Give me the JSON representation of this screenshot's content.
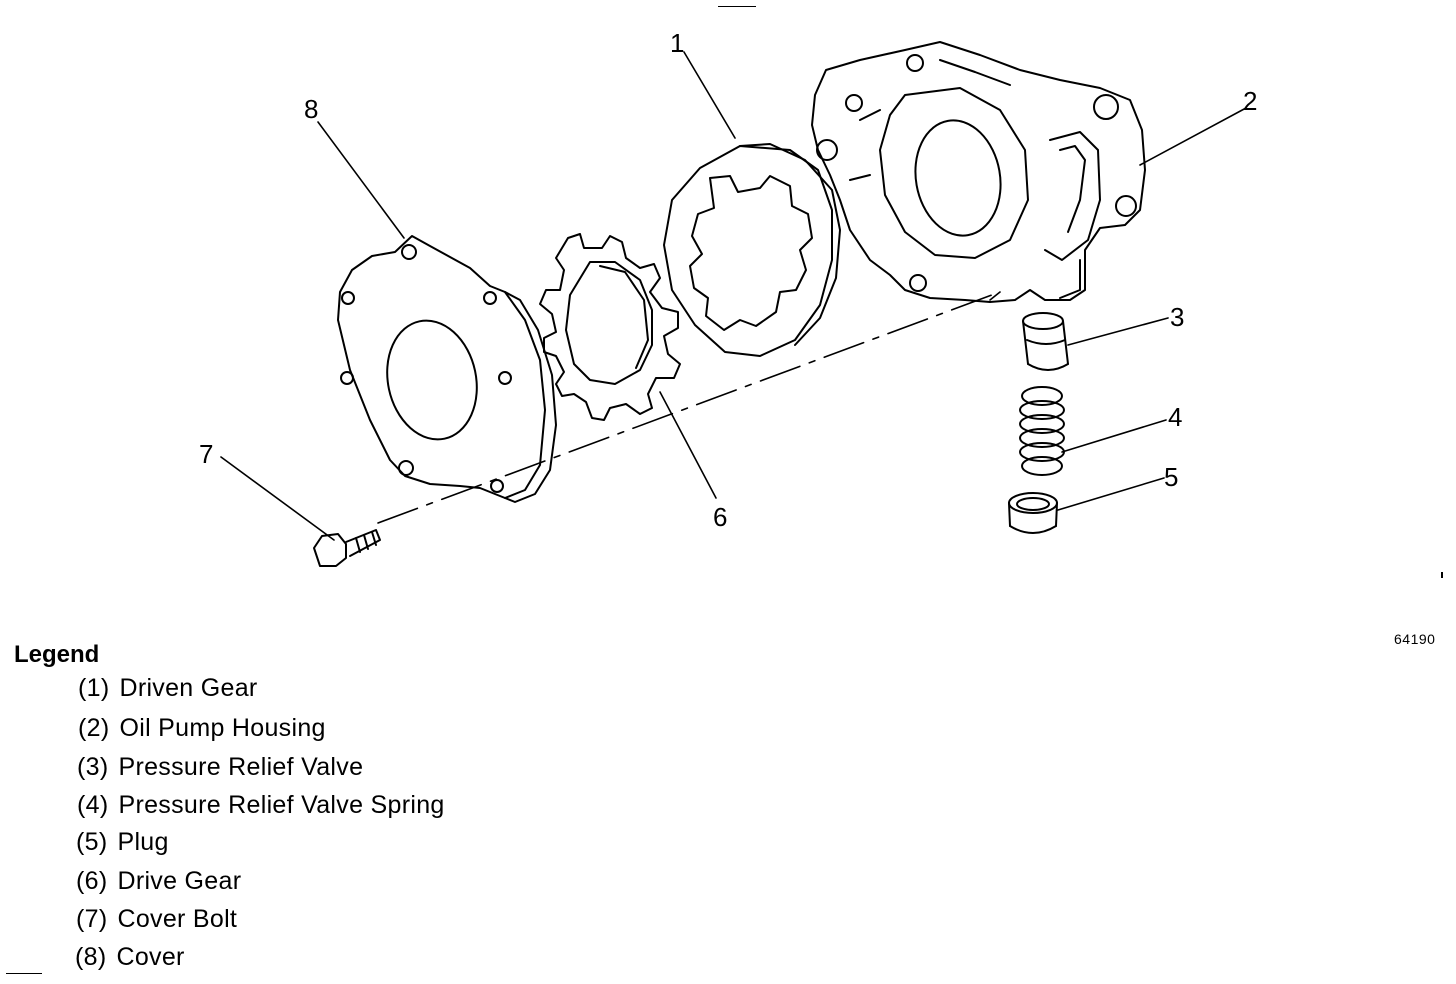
{
  "figure": {
    "ref_code": "64190",
    "legend_title": "Legend"
  },
  "callouts": [
    {
      "num": "1",
      "label": "Driven Gear"
    },
    {
      "num": "2",
      "label": "Oil Pump Housing"
    },
    {
      "num": "3",
      "label": "Pressure Relief Valve"
    },
    {
      "num": "4",
      "label": "Pressure Relief Valve Spring"
    },
    {
      "num": "5",
      "label": "Plug"
    },
    {
      "num": "6",
      "label": "Drive Gear"
    },
    {
      "num": "7",
      "label": "Cover Bolt"
    },
    {
      "num": "8",
      "label": "Cover"
    }
  ],
  "legend": [
    {
      "num": "(1)",
      "label": "Driven Gear"
    },
    {
      "num": "(2)",
      "label": "Oil Pump Housing"
    },
    {
      "num": "(3)",
      "label": "Pressure Relief Valve"
    },
    {
      "num": "(4)",
      "label": "Pressure Relief Valve Spring"
    },
    {
      "num": "(5)",
      "label": "Plug"
    },
    {
      "num": "(6)",
      "label": "Drive Gear"
    },
    {
      "num": "(7)",
      "label": "Cover Bolt"
    },
    {
      "num": "(8)",
      "label": "Cover"
    }
  ]
}
